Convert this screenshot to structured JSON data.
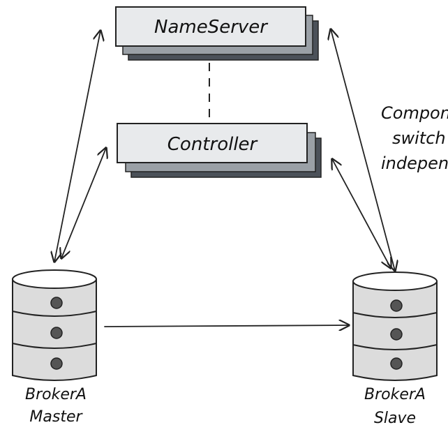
{
  "nodes": {
    "nameserver": {
      "label": "NameServer"
    },
    "controller": {
      "label": "Controller"
    },
    "broker_master": {
      "line1": "BrokerA",
      "line2": "Master"
    },
    "broker_slave": {
      "line1": "BrokerA",
      "line2": "Slave"
    }
  },
  "annotation": {
    "lines": [
      "Compon",
      "switch",
      "indepen"
    ]
  },
  "colors": {
    "box_fill": "#e8eaec",
    "box_shadow": "#9aa0a6",
    "box_shadow_dark": "#4b5159",
    "db_fill": "#dcdcdc",
    "stroke": "#222222"
  }
}
